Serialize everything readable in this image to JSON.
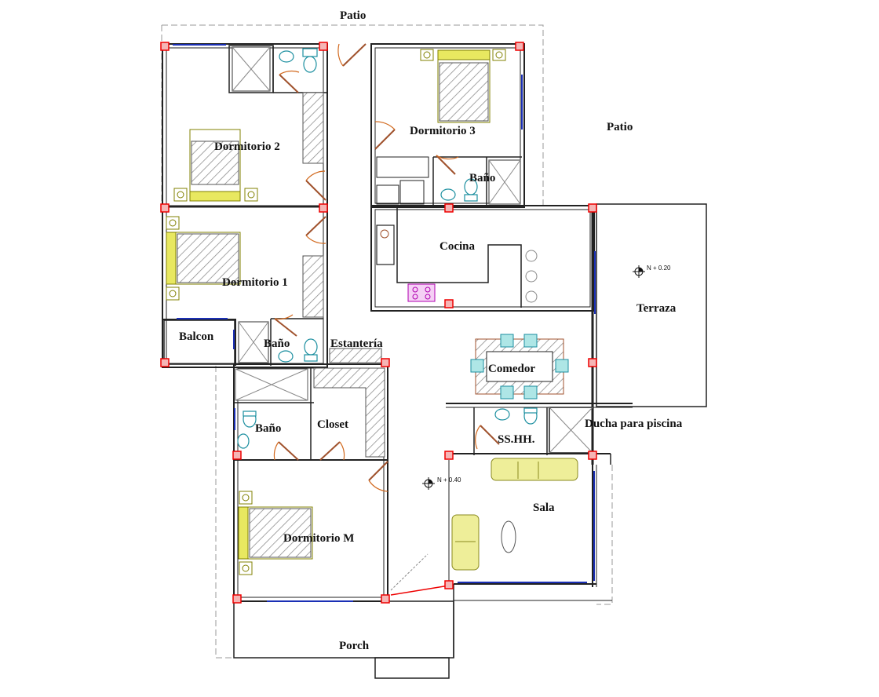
{
  "plan": {
    "labels": {
      "patio_top": "Patio",
      "patio_right": "Patio",
      "dormitorio_2": "Dormitorio 2",
      "dormitorio_3": "Dormitorio 3",
      "dormitorio_1": "Dormitorio 1",
      "dormitorio_m": "Dormitorio M",
      "bano_d3": "Baño",
      "bano_d1": "Baño",
      "bano_m": "Baño",
      "cocina": "Cocina",
      "terraza": "Terraza",
      "balcon": "Balcon",
      "estanteria": "Estantería",
      "comedor": "Comedor",
      "closet": "Closet",
      "sshh": "SS.HH.",
      "ducha": "Ducha para piscina",
      "sala": "Sala",
      "porch": "Porch"
    },
    "levels": {
      "terraza_level": "N + 0.20",
      "sala_level": "N + 0.40"
    },
    "colors": {
      "wall": "#222222",
      "column": "#e00000",
      "window": "#1a2fb5",
      "door": "#a0522d",
      "bed": "#808000",
      "fixture": "#1c8fa0"
    }
  }
}
